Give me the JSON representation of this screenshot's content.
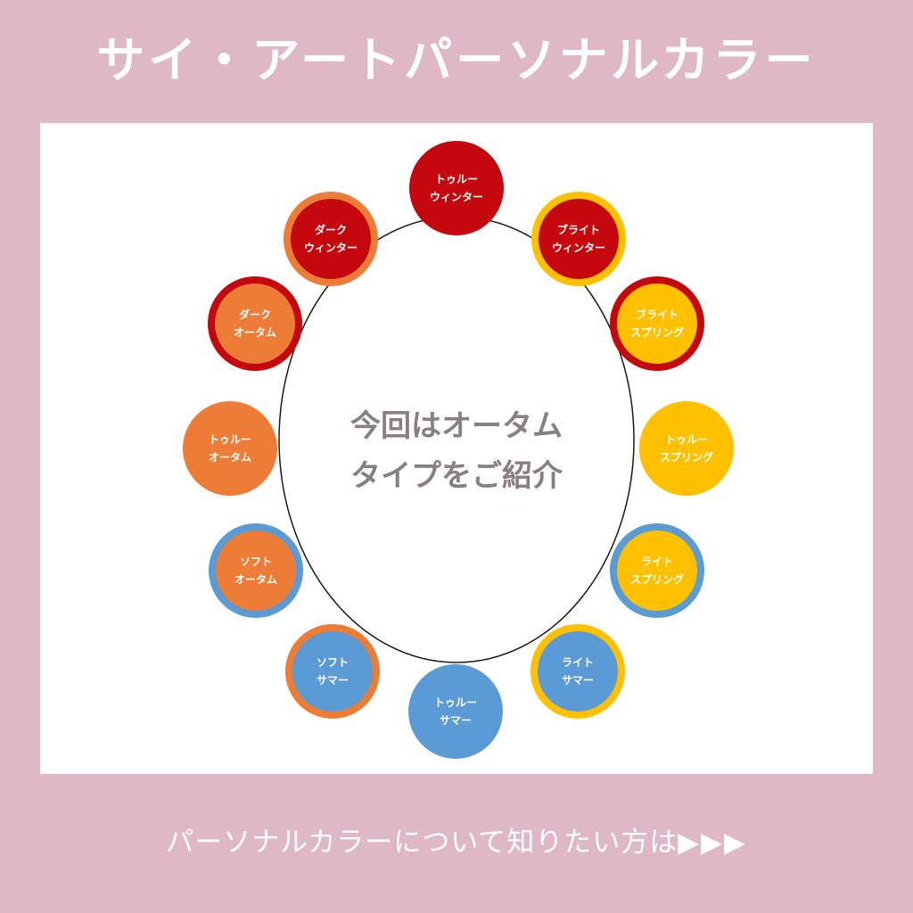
{
  "title": "サイ・アートパーソナルカラー",
  "center": {
    "line1": "今回はオータム",
    "line2": "タイプをご紹介"
  },
  "footer": {
    "text": "パーソナルカラーについて知りたい方は",
    "arrows": "▶▶▶"
  },
  "colors": {
    "background": "#dfb8c5",
    "panel": "#ffffff",
    "winter_red": "#c4080e",
    "autumn_orange": "#ed7c36",
    "spring_yellow": "#ffc000",
    "summer_blue": "#5b9bd5",
    "center_text": "#8a7f7f"
  },
  "seasons": [
    {
      "id": "true-winter",
      "lines": [
        "トゥルー",
        "ウィンター"
      ],
      "fill": "#c4080e",
      "ring": "#c4080e"
    },
    {
      "id": "bright-winter",
      "lines": [
        "ブライト",
        "ウィンター"
      ],
      "fill": "#c4080e",
      "ring": "#ffc000"
    },
    {
      "id": "bright-spring",
      "lines": [
        "ブライト",
        "スプリング"
      ],
      "fill": "#ffc000",
      "ring": "#c4080e"
    },
    {
      "id": "true-spring",
      "lines": [
        "トゥルー",
        "スプリング"
      ],
      "fill": "#ffc000",
      "ring": "#ffc000"
    },
    {
      "id": "light-spring",
      "lines": [
        "ライト",
        "スプリング"
      ],
      "fill": "#ffc000",
      "ring": "#5b9bd5"
    },
    {
      "id": "light-summer",
      "lines": [
        "ライト",
        "サマー"
      ],
      "fill": "#5b9bd5",
      "ring": "#ffc000"
    },
    {
      "id": "true-summer",
      "lines": [
        "トゥルー",
        "サマー"
      ],
      "fill": "#5b9bd5",
      "ring": "#5b9bd5"
    },
    {
      "id": "soft-summer",
      "lines": [
        "ソフト",
        "サマー"
      ],
      "fill": "#5b9bd5",
      "ring": "#ed7c36"
    },
    {
      "id": "soft-autumn",
      "lines": [
        "ソフト",
        "オータム"
      ],
      "fill": "#ed7c36",
      "ring": "#5b9bd5"
    },
    {
      "id": "true-autumn",
      "lines": [
        "トゥルー",
        "オータム"
      ],
      "fill": "#ed7c36",
      "ring": "#ed7c36"
    },
    {
      "id": "dark-autumn",
      "lines": [
        "ダーク",
        "オータム"
      ],
      "fill": "#ed7c36",
      "ring": "#c4080e"
    },
    {
      "id": "dark-winter",
      "lines": [
        "ダーク",
        "ウィンター"
      ],
      "fill": "#c4080e",
      "ring": "#ed7c36"
    }
  ]
}
